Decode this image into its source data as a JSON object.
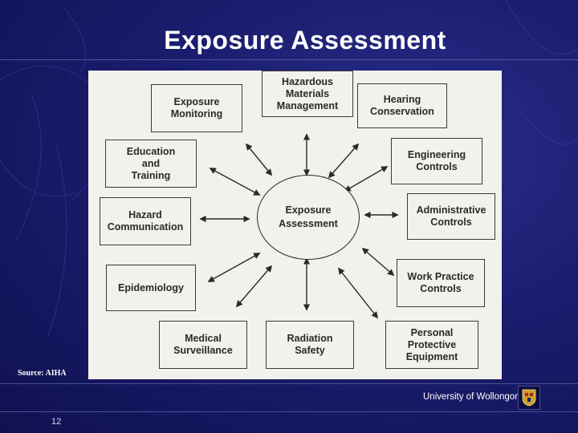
{
  "slide": {
    "title": "Exposure Assessment",
    "source": "Source: AIHA",
    "page_number": "12",
    "institution": "University of Wollongong"
  },
  "diagram": {
    "center": "Exposure\nAssessment",
    "nodes": [
      {
        "id": "hazmat",
        "label": "Hazardous\nMaterials\nManagement"
      },
      {
        "id": "hearing",
        "label": "Hearing\nConservation"
      },
      {
        "id": "engineering",
        "label": "Engineering\nControls"
      },
      {
        "id": "administrative",
        "label": "Administrative\nControls"
      },
      {
        "id": "workpractice",
        "label": "Work Practice\nControls"
      },
      {
        "id": "ppe",
        "label": "Personal\nProtective\nEquipment"
      },
      {
        "id": "radiation",
        "label": "Radiation\nSafety"
      },
      {
        "id": "medical",
        "label": "Medical\nSurveillance"
      },
      {
        "id": "epidemiology",
        "label": "Epidemiology"
      },
      {
        "id": "hazcom",
        "label": "Hazard\nCommunication"
      },
      {
        "id": "education",
        "label": "Education\nand\nTraining"
      },
      {
        "id": "monitoring",
        "label": "Exposure\nMonitoring"
      }
    ]
  }
}
